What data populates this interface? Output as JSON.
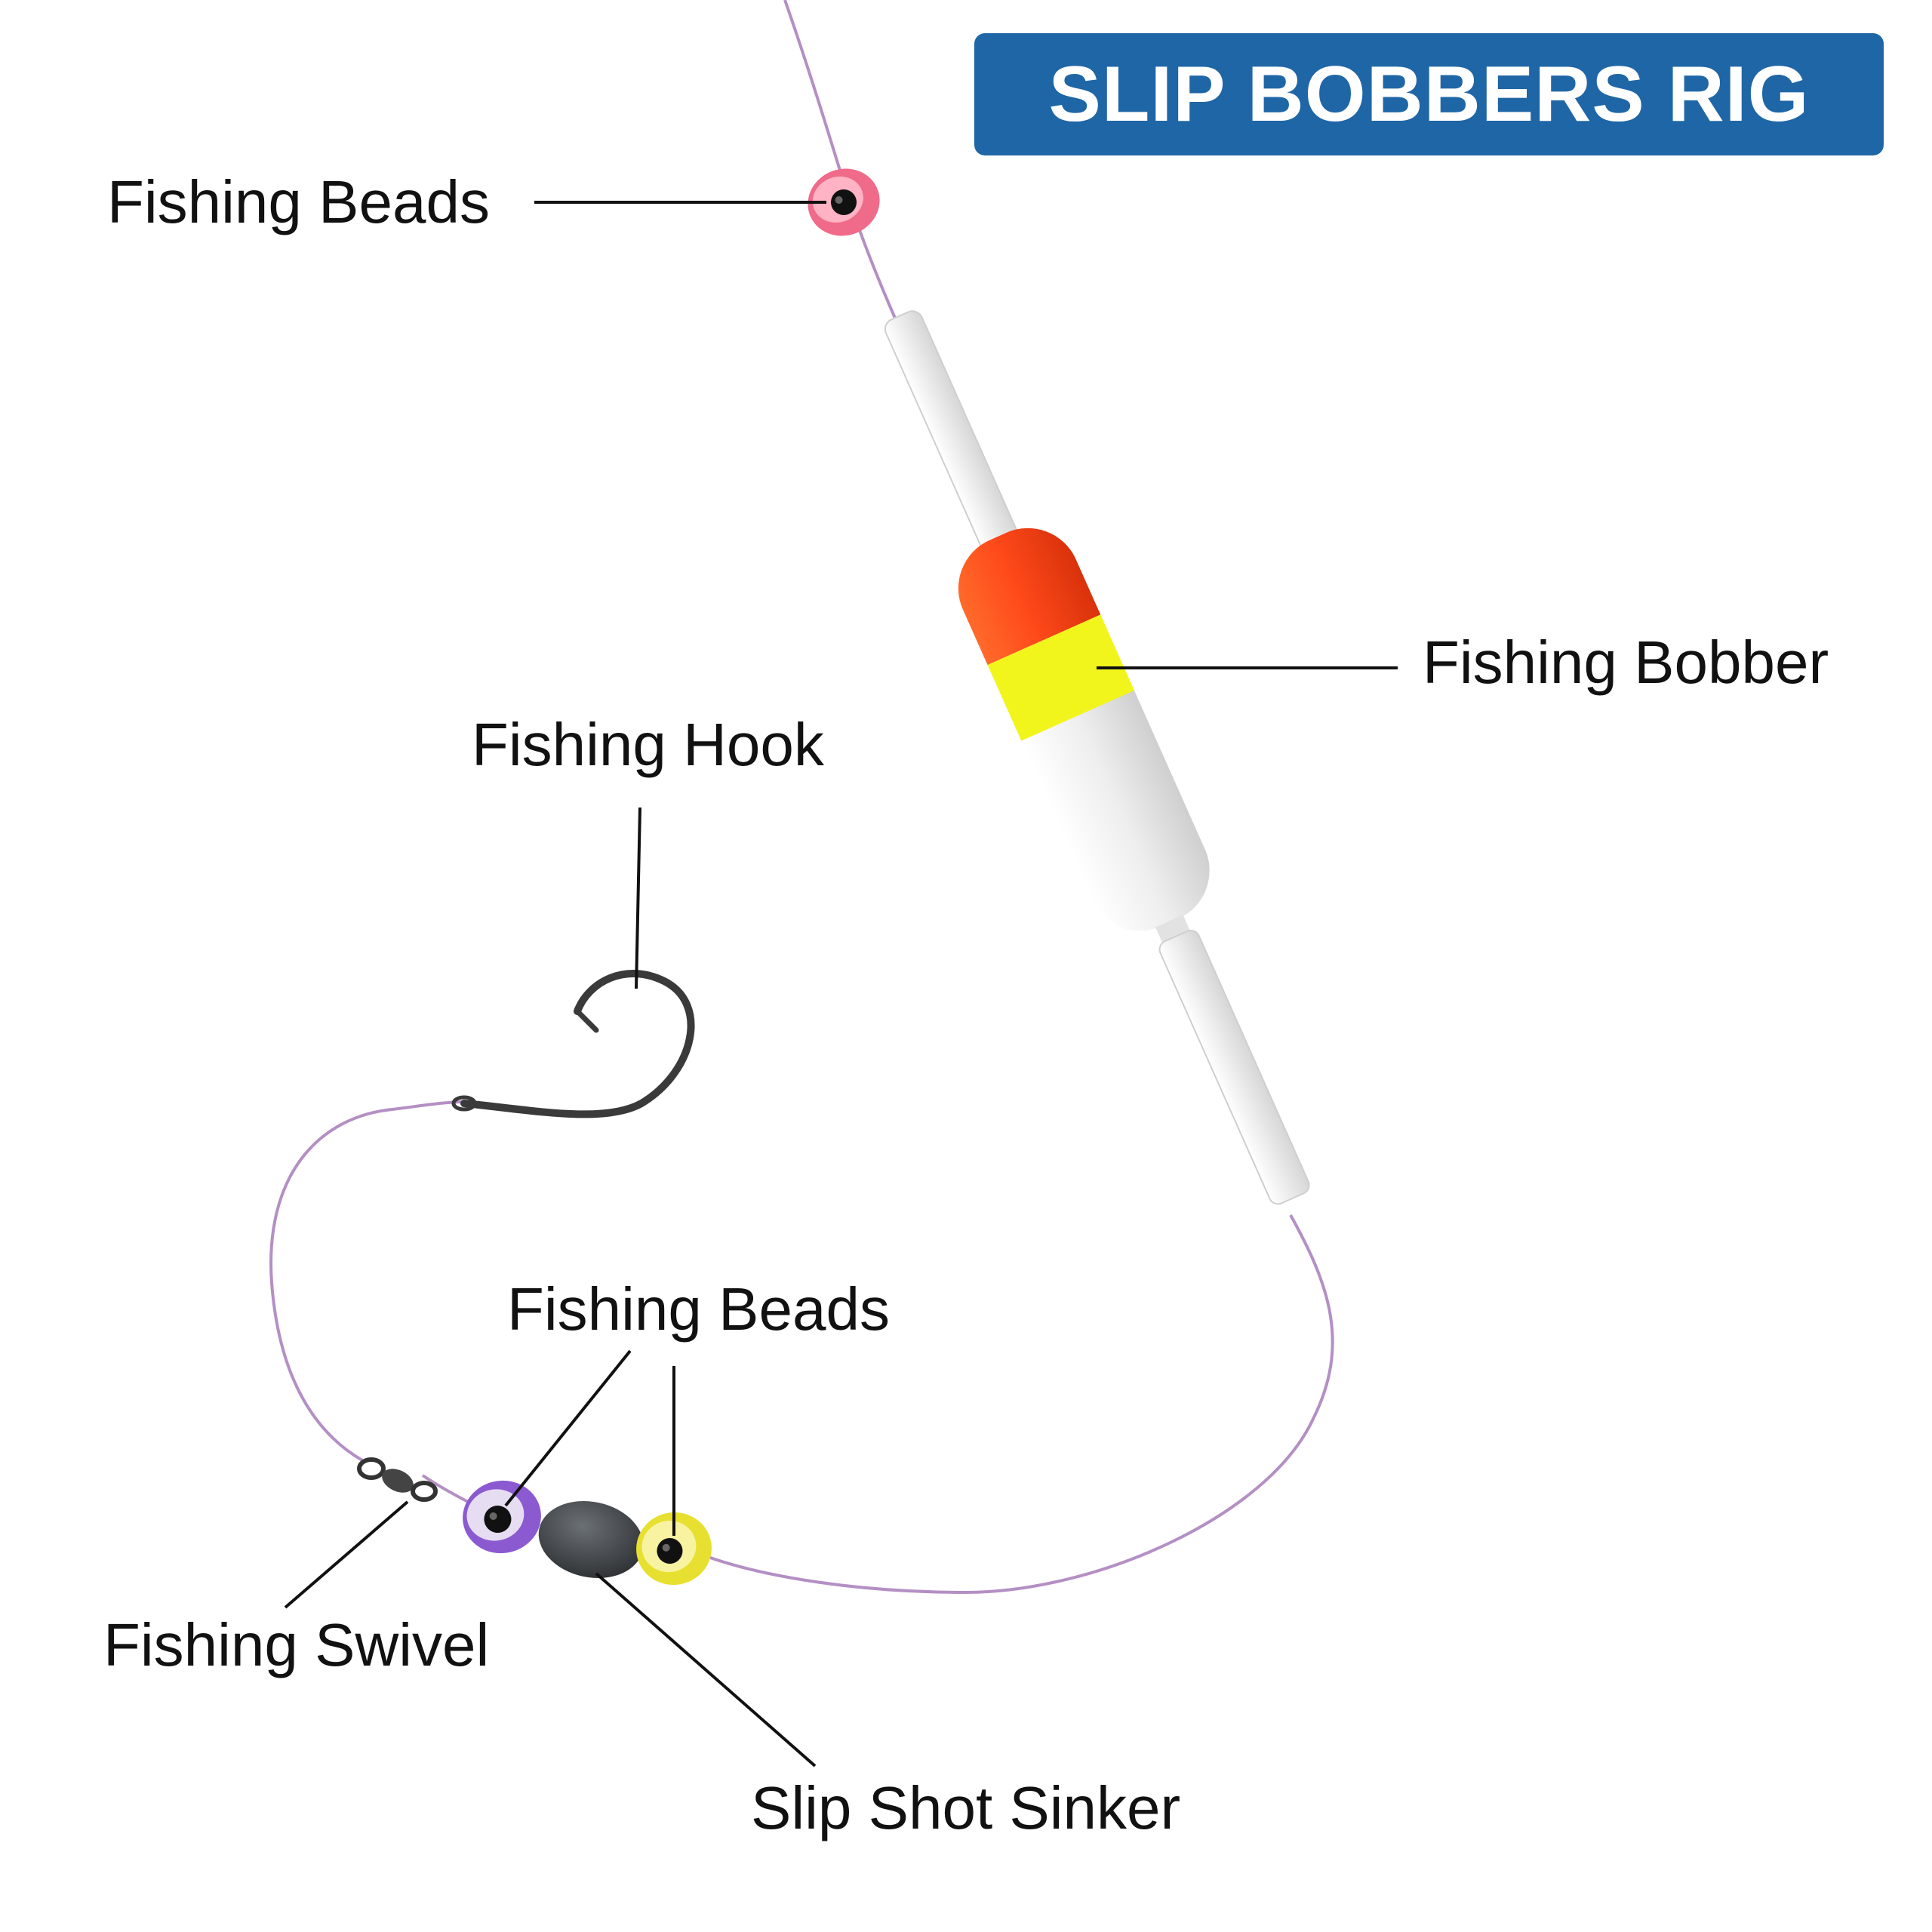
{
  "title": "SLIP BOBBERS RIG",
  "colors": {
    "title_banner": "#1f66a6",
    "title_text": "#ffffff",
    "fishing_line": "#b48fc4",
    "leader_line": "#111111",
    "bobber_top": "#ff4a1a",
    "bobber_band": "#f2f51c",
    "bobber_body": "#eeeeee",
    "hook": "#3a3a3a",
    "sinker": "#3d4145",
    "bead_pink": "#f06a8a",
    "bead_purple": "#8c5ad0",
    "bead_yellow": "#e8e030"
  },
  "labels": {
    "beads_top": "Fishing Beads",
    "bobber": "Fishing Bobber",
    "hook": "Fishing Hook",
    "beads_bottom": "Fishing Beads",
    "swivel": "Fishing Swivel",
    "sinker": "Slip Shot Sinker"
  },
  "icons": [
    "bead-icon",
    "bobber-icon",
    "hook-icon",
    "swivel-icon",
    "sinker-icon"
  ]
}
